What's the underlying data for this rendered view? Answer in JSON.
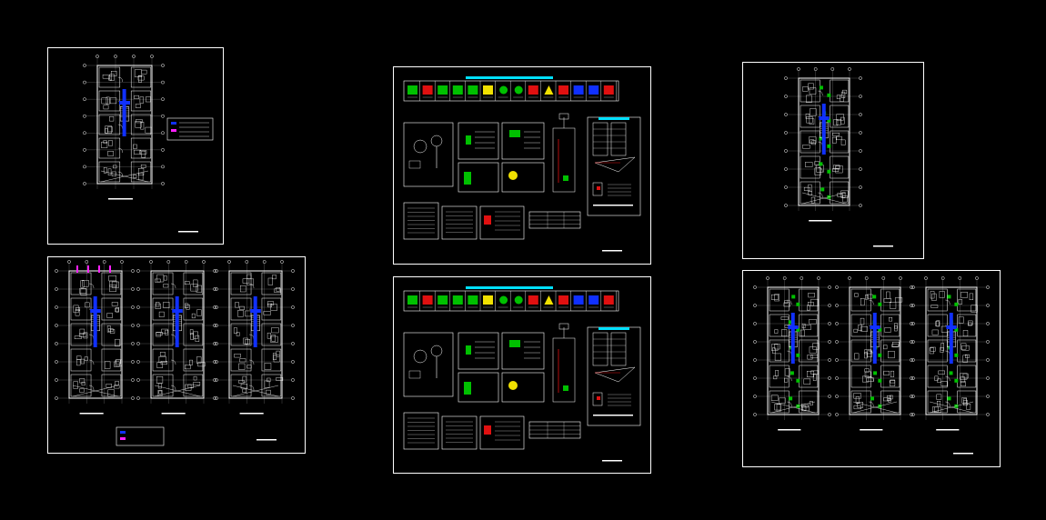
{
  "drawing": {
    "background": "#000000",
    "sheet_border_color": "#ffffff",
    "sheet_count": 6,
    "sheets": [
      {
        "id": "sheet-1",
        "kind": "floor-plan-single",
        "title_text": ""
      },
      {
        "id": "sheet-2",
        "kind": "floor-plans-triple",
        "title_text": ""
      },
      {
        "id": "sheet-3",
        "kind": "safety-signage-details",
        "title_text": ""
      },
      {
        "id": "sheet-4",
        "kind": "safety-signage-details",
        "title_text": ""
      },
      {
        "id": "sheet-5",
        "kind": "floor-plan-single",
        "title_text": ""
      },
      {
        "id": "sheet-6",
        "kind": "floor-plans-triple",
        "title_text": ""
      }
    ]
  },
  "colors": {
    "line": "#ffffff",
    "wall_blue": "#1030ff",
    "sign_green": "#00c000",
    "sign_red": "#e01010",
    "sign_yellow": "#f0e000",
    "header_cyan": "#00e0ff",
    "magenta": "#ff20ff",
    "gray": "#8a8a8a"
  }
}
